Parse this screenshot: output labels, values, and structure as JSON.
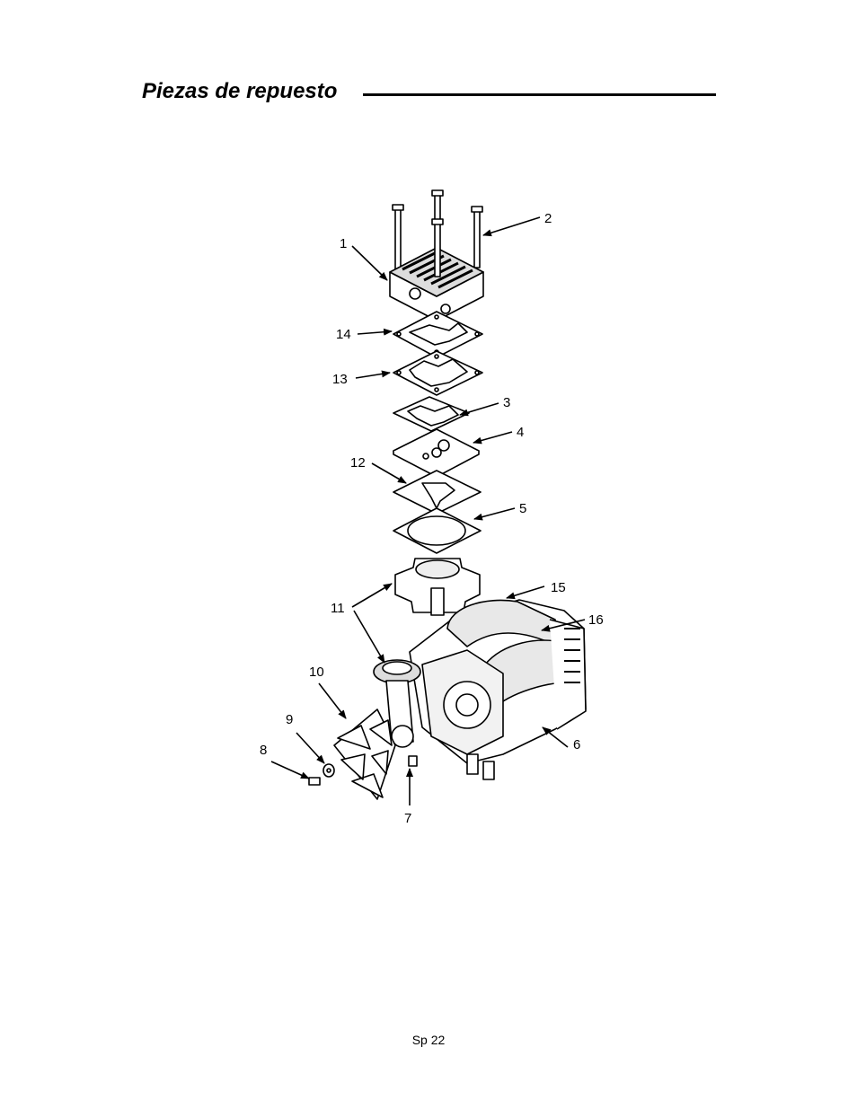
{
  "header": {
    "title": "Piezas de repuesto"
  },
  "diagram": {
    "callouts": [
      "1",
      "2",
      "3",
      "4",
      "5",
      "6",
      "7",
      "8",
      "9",
      "10",
      "11",
      "12",
      "13",
      "14",
      "15",
      "16"
    ]
  },
  "footer": {
    "page_label": "Sp 22"
  }
}
